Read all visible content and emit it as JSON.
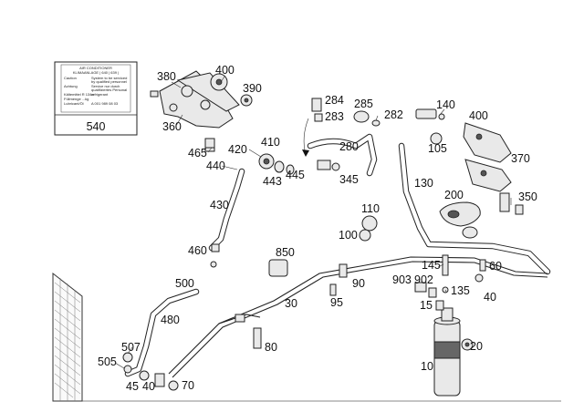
{
  "label_card": {
    "lines": [
      "AIR CONDITIONER",
      "KLIMAANLAGE | 640 | 639 |",
      "Caution",
      "System to be serviced",
      "by qualified personnel",
      "Achtung",
      "Service nur durch",
      "qualifiziertes Personal",
      "Kältemittel  R 134a",
      "refrigerant",
      "Füllmenge  ...kg",
      "Lubricant/Öl",
      "A 001 989 08 03"
    ],
    "ref": "540"
  },
  "parts": [
    {
      "id": "380"
    },
    {
      "id": "400"
    },
    {
      "id": "390"
    },
    {
      "id": "360"
    },
    {
      "id": "284"
    },
    {
      "id": "283"
    },
    {
      "id": "285"
    },
    {
      "id": "282"
    },
    {
      "id": "140"
    },
    {
      "id": "400b",
      "text": "400"
    },
    {
      "id": "105"
    },
    {
      "id": "370"
    },
    {
      "id": "465"
    },
    {
      "id": "420"
    },
    {
      "id": "410"
    },
    {
      "id": "440"
    },
    {
      "id": "443"
    },
    {
      "id": "445"
    },
    {
      "id": "280"
    },
    {
      "id": "345"
    },
    {
      "id": "130"
    },
    {
      "id": "200"
    },
    {
      "id": "350"
    },
    {
      "id": "430"
    },
    {
      "id": "110"
    },
    {
      "id": "100"
    },
    {
      "id": "460"
    },
    {
      "id": "850"
    },
    {
      "id": "145"
    },
    {
      "id": "60"
    },
    {
      "id": "500"
    },
    {
      "id": "90"
    },
    {
      "id": "903"
    },
    {
      "id": "902"
    },
    {
      "id": "135"
    },
    {
      "id": "95"
    },
    {
      "id": "40"
    },
    {
      "id": "15"
    },
    {
      "id": "30"
    },
    {
      "id": "480"
    },
    {
      "id": "80"
    },
    {
      "id": "507"
    },
    {
      "id": "20"
    },
    {
      "id": "505"
    },
    {
      "id": "10"
    },
    {
      "id": "45"
    },
    {
      "id": "40b",
      "text": "40"
    },
    {
      "id": "70"
    }
  ]
}
